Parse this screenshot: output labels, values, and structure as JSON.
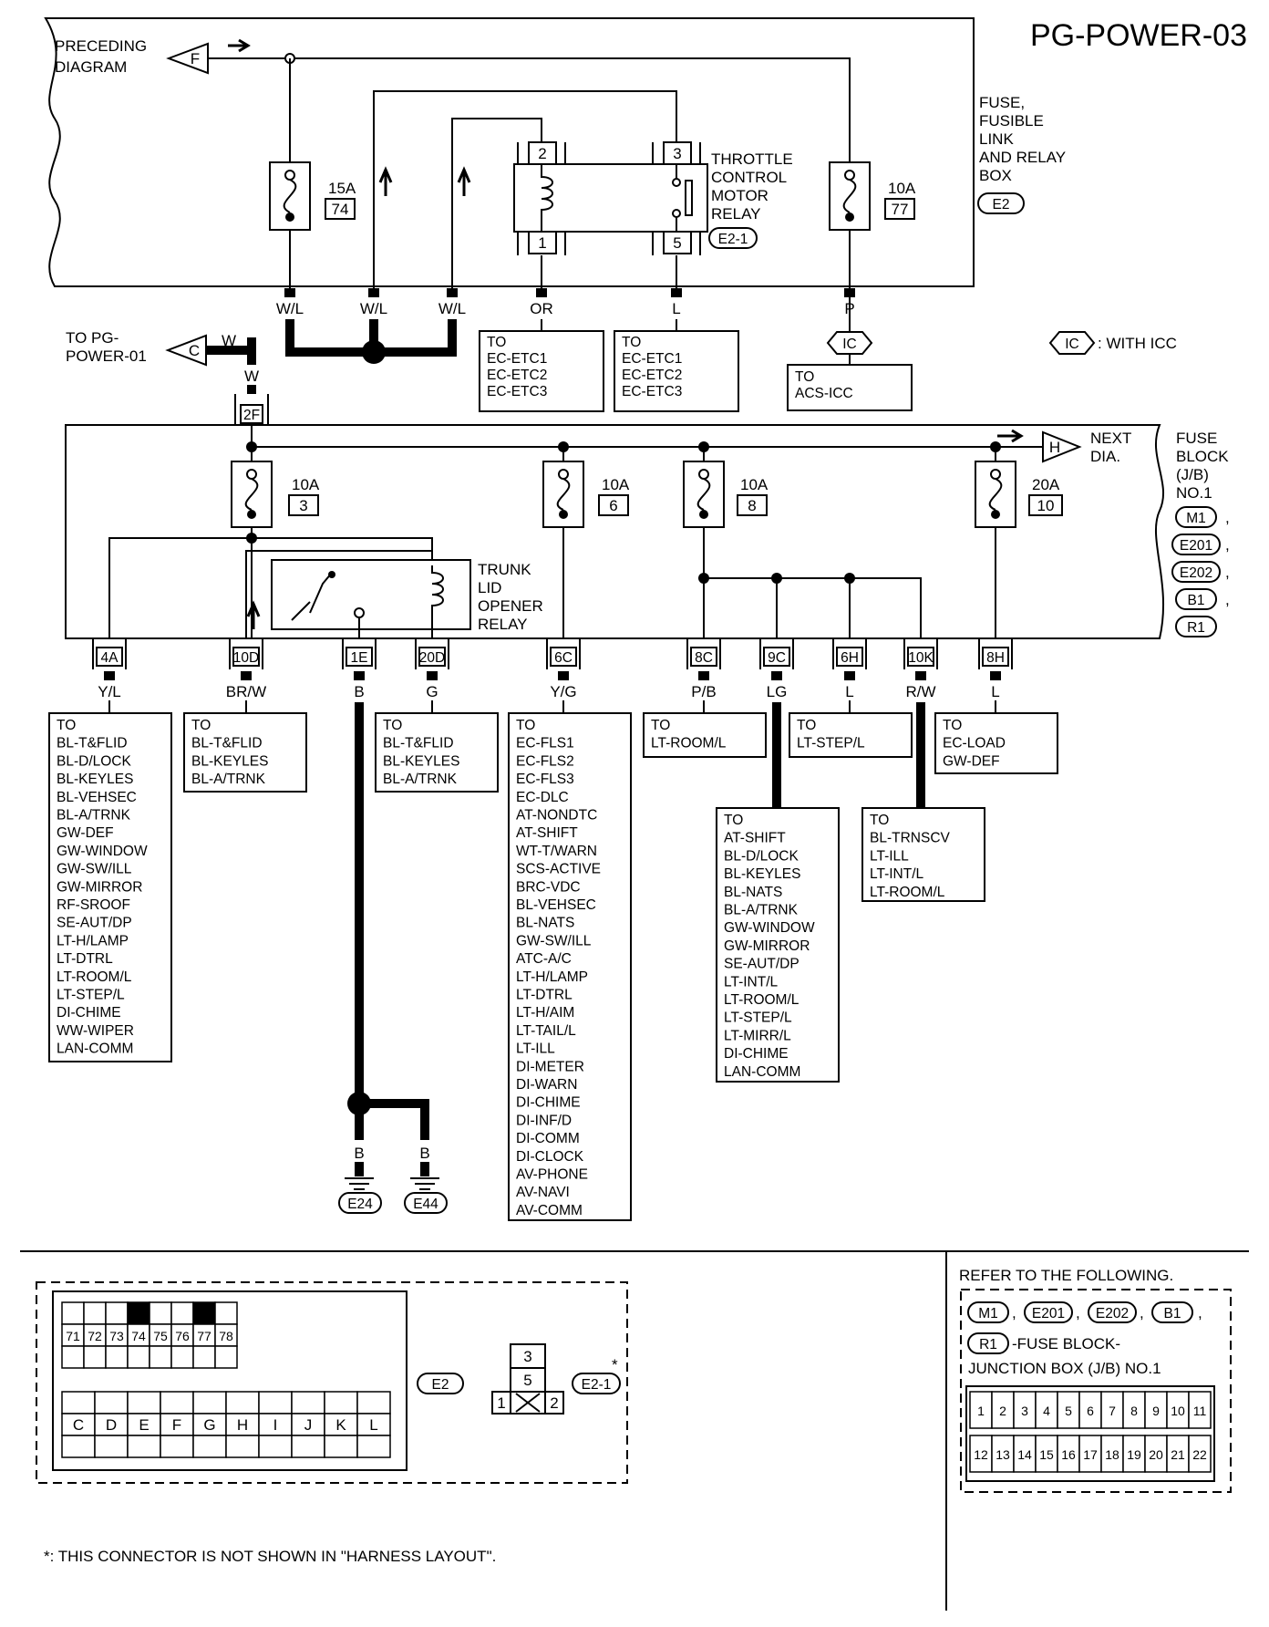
{
  "title": "PG-POWER-03",
  "top_box": {
    "label": [
      "FUSE,",
      "FUSIBLE",
      "LINK",
      "AND RELAY",
      "BOX"
    ],
    "connector": "E2",
    "preceding": [
      "PRECEDING",
      "DIAGRAM"
    ],
    "preceding_tag": "F",
    "fuses": [
      {
        "amp": "15A",
        "num": "74"
      },
      {
        "amp": "10A",
        "num": "77"
      }
    ],
    "relay_label": [
      "THROTTLE",
      "CONTROL",
      "MOTOR",
      "RELAY"
    ],
    "relay_conn": "E2-1",
    "relay_pins": [
      "2",
      "3",
      "1",
      "5"
    ],
    "wire_colors": [
      "W/L",
      "W/L",
      "W/L",
      "OR",
      "L",
      "P"
    ]
  },
  "to_pg": {
    "label": [
      "TO PG-",
      "POWER-01"
    ],
    "tag": "C",
    "wire": "W"
  },
  "wire_w": "W",
  "conn_2f": "2F",
  "icc": {
    "tag": "IC",
    "note": ": WITH ICC"
  },
  "dest_top": [
    {
      "lines": [
        "TO",
        "EC-ETC1",
        "EC-ETC2",
        "EC-ETC3"
      ]
    },
    {
      "lines": [
        "TO",
        "EC-ETC1",
        "EC-ETC2",
        "EC-ETC3"
      ]
    },
    {
      "lines": [
        "TO",
        "ACS-ICC"
      ]
    }
  ],
  "fuse_block": {
    "label": [
      "FUSE",
      "BLOCK",
      "(J/B)",
      "NO.1"
    ],
    "connectors": [
      "M1",
      "E201",
      "E202",
      "B1",
      "R1"
    ],
    "next": [
      "NEXT",
      "DIA."
    ],
    "next_tag": "H",
    "fuses": [
      {
        "amp": "10A",
        "num": "3"
      },
      {
        "amp": "10A",
        "num": "6"
      },
      {
        "amp": "10A",
        "num": "8"
      },
      {
        "amp": "20A",
        "num": "10"
      }
    ],
    "relay_label": [
      "TRUNK",
      "LID",
      "OPENER",
      "RELAY"
    ],
    "pins": [
      "4A",
      "10D",
      "1E",
      "20D",
      "6C",
      "8C",
      "9C",
      "6H",
      "10K",
      "8H"
    ],
    "wire_colors": [
      "Y/L",
      "BR/W",
      "B",
      "G",
      "Y/G",
      "P/B",
      "LG",
      "L",
      "R/W",
      "L"
    ]
  },
  "dest_bottom": [
    {
      "lines": [
        "TO",
        "BL-T&FLID",
        "BL-D/LOCK",
        "BL-KEYLES",
        "BL-VEHSEC",
        "BL-A/TRNK",
        "GW-DEF",
        "GW-WINDOW",
        "GW-SW/ILL",
        "GW-MIRROR",
        "RF-SROOF",
        "SE-AUT/DP",
        "LT-H/LAMP",
        "LT-DTRL",
        "LT-ROOM/L",
        "LT-STEP/L",
        "DI-CHIME",
        "WW-WIPER",
        "LAN-COMM"
      ]
    },
    {
      "lines": [
        "TO",
        "BL-T&FLID",
        "BL-KEYLES",
        "BL-A/TRNK"
      ]
    },
    {
      "lines": [
        "TO",
        "BL-T&FLID",
        "BL-KEYLES",
        "BL-A/TRNK"
      ]
    },
    {
      "lines": [
        "TO",
        "EC-FLS1",
        "EC-FLS2",
        "EC-FLS3",
        "EC-DLC",
        "AT-NONDTC",
        "AT-SHIFT",
        "WT-T/WARN",
        "SCS-ACTIVE",
        "BRC-VDC",
        "BL-VEHSEC",
        "BL-NATS",
        "GW-SW/ILL",
        "ATC-A/C",
        "LT-H/LAMP",
        "LT-DTRL",
        "LT-H/AIM",
        "LT-TAIL/L",
        "LT-ILL",
        "DI-METER",
        "DI-WARN",
        "DI-CHIME",
        "DI-INF/D",
        "DI-COMM",
        "DI-CLOCK",
        "AV-PHONE",
        "AV-NAVI",
        "AV-COMM"
      ]
    },
    {
      "lines": [
        "TO",
        "LT-ROOM/L"
      ]
    },
    {
      "lines": [
        "TO",
        "LT-STEP/L"
      ]
    },
    {
      "lines": [
        "TO",
        "EC-LOAD",
        "GW-DEF"
      ]
    },
    {
      "lines": [
        "TO",
        "AT-SHIFT",
        "BL-D/LOCK",
        "BL-KEYLES",
        "BL-NATS",
        "BL-A/TRNK",
        "GW-WINDOW",
        "GW-MIRROR",
        "SE-AUT/DP",
        "LT-INT/L",
        "LT-ROOM/L",
        "LT-STEP/L",
        "LT-MIRR/L",
        "DI-CHIME",
        "LAN-COMM"
      ]
    },
    {
      "lines": [
        "TO",
        "BL-TRNSCV",
        "LT-ILL",
        "LT-INT/L",
        "LT-ROOM/L"
      ]
    }
  ],
  "grounds": {
    "wire": [
      "B",
      "B"
    ],
    "labels": [
      "E24",
      "E44"
    ]
  },
  "bottom": {
    "e2_top_cells": [
      "71",
      "72",
      "73",
      "74",
      "75",
      "76",
      "77",
      "78"
    ],
    "e2_bottom_cells": [
      "C",
      "D",
      "E",
      "F",
      "G",
      "H",
      "I",
      "J",
      "K",
      "L"
    ],
    "e2_label": "E2",
    "relay_cells": [
      "3",
      "5",
      "1",
      "2"
    ],
    "relay_label": "E2-1",
    "star": "*",
    "refer_title": "REFER TO THE FOLLOWING.",
    "refer_conns": [
      "M1",
      "E201",
      "E202",
      "B1",
      "R1"
    ],
    "refer_text": [
      "-FUSE BLOCK-",
      "JUNCTION BOX (J/B) NO.1"
    ],
    "jb_row1": [
      "1",
      "2",
      "3",
      "4",
      "5",
      "6",
      "7",
      "8",
      "9",
      "10",
      "11"
    ],
    "jb_row2": [
      "12",
      "13",
      "14",
      "15",
      "16",
      "17",
      "18",
      "19",
      "20",
      "21",
      "22"
    ],
    "footnote": "*: THIS CONNECTOR IS NOT SHOWN IN \"HARNESS LAYOUT\"."
  }
}
